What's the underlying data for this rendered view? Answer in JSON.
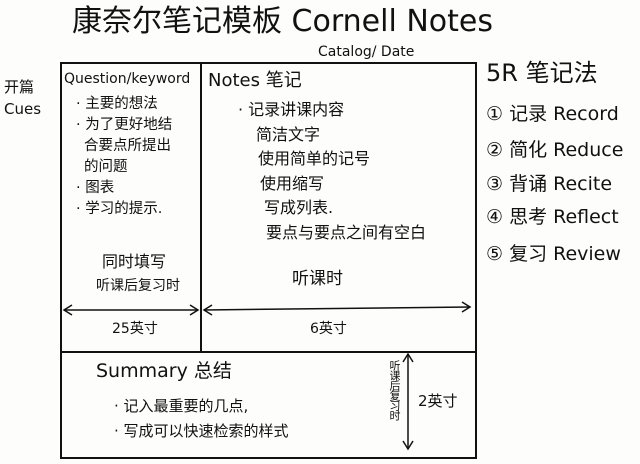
{
  "title": "康奈尔笔记模板 Cornell Notes",
  "catalog_date": "Catalog/ Date",
  "cues_label": [
    "开篇",
    "Cues"
  ],
  "cue_column": {
    "heading": "Question/keyword",
    "items": [
      "· 主要的想法",
      "· 为了更好地结",
      "合要点所提出",
      "的问题",
      "· 图表",
      "· 学习的提示."
    ],
    "when": [
      "同时填写",
      "听课后复习时"
    ]
  },
  "notes_column": {
    "heading": "Notes 笔记",
    "items": [
      "· 记录讲课内容",
      "简洁文字",
      "使用简单的记号",
      "使用缩写",
      "写成列表.",
      "要点与要点之间有空白"
    ],
    "when": "听课时"
  },
  "dimensions": {
    "cue_width": "25英寸",
    "notes_width": "6英寸",
    "summary_height": "2英寸",
    "summary_when": "听课后复习时"
  },
  "summary": {
    "heading": "Summary 总结",
    "items": [
      "· 记入最重要的几点,",
      "· 写成可以快速检索的样式"
    ]
  },
  "five_r": {
    "heading": "5R 笔记法",
    "items": [
      "① 记录 Record",
      "② 简化 Reduce",
      "③ 背诵 Recite",
      "④ 思考 Reflect",
      "⑤ 复习 Review"
    ]
  }
}
